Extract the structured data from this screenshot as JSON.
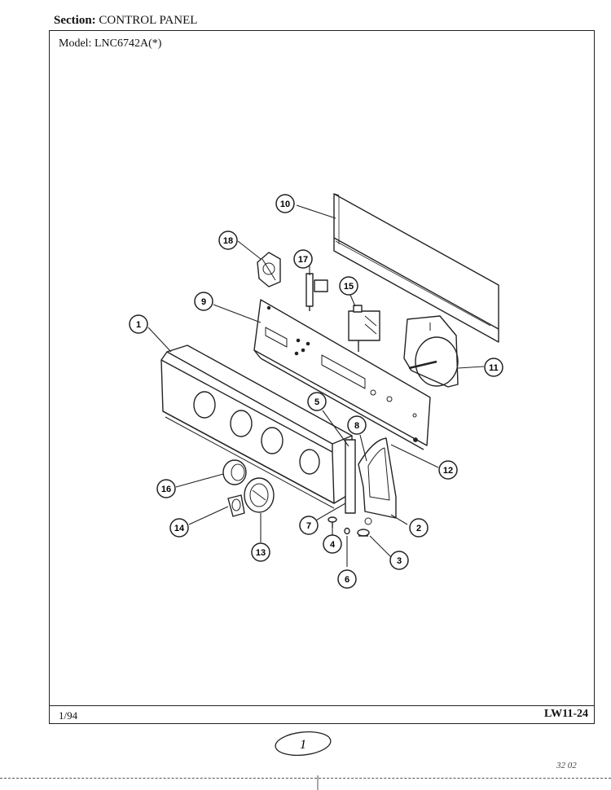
{
  "header": {
    "section_label": "Section:",
    "section_value": "CONTROL PANEL"
  },
  "model": {
    "label": "Model:",
    "value": "LNC6742A(*)"
  },
  "footer": {
    "date": "1/94",
    "page_code": "LW11-24"
  },
  "page_mark": "1",
  "scribble": "32 02",
  "callouts": [
    "1",
    "2",
    "3",
    "4",
    "5",
    "6",
    "7",
    "8",
    "9",
    "10",
    "11",
    "12",
    "13",
    "14",
    "15",
    "16",
    "17",
    "18"
  ]
}
